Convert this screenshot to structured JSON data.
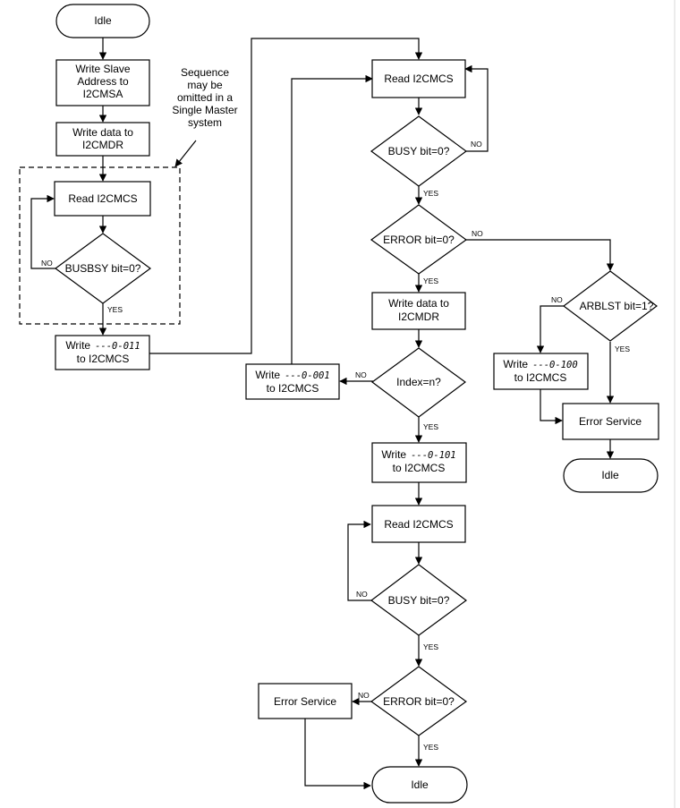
{
  "nodes": {
    "idle_top": "Idle",
    "write_slave_1": "Write Slave",
    "write_slave_2": "Address to",
    "write_slave_3": "I2CMSA",
    "write_data_top_1": "Write data to",
    "write_data_top_2": "I2CMDR",
    "read_i2cmcs_left": "Read I2CMCS",
    "busbsy": "BUSBSY bit=0?",
    "write_011_prefix": "Write",
    "write_011_code": "---0-011",
    "write_011_2": "to I2CMCS",
    "read_i2cmcs_right1": "Read I2CMCS",
    "busy_right1": "BUSY bit=0?",
    "error_right1": "ERROR bit=0?",
    "write_data_mid_1": "Write data to",
    "write_data_mid_2": "I2CMDR",
    "index_n": "Index=n?",
    "write_001_prefix": "Write",
    "write_001_code": "---0-001",
    "write_001_2": "to I2CMCS",
    "write_101_prefix": "Write",
    "write_101_code": "---0-101",
    "write_101_2": "to I2CMCS",
    "read_i2cmcs_right2": "Read I2CMCS",
    "busy_right2": "BUSY bit=0?",
    "error_right2": "ERROR bit=0?",
    "error_service_bottom": "Error Service",
    "idle_bottom": "Idle",
    "arblst": "ARBLST bit=1?",
    "write_100_prefix": "Write",
    "write_100_code": "---0-100",
    "write_100_2": "to I2CMCS",
    "error_service_right": "Error Service",
    "idle_right": "Idle"
  },
  "note": {
    "line1": "Sequence",
    "line2": "may be",
    "line3": "omitted in a",
    "line4": "Single Master",
    "line5": "system"
  },
  "labels": {
    "no": "NO",
    "yes": "YES"
  }
}
